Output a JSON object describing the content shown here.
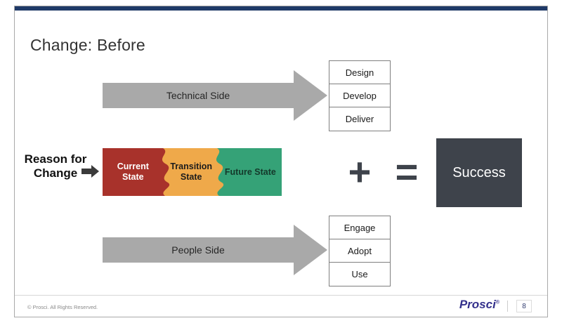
{
  "slide": {
    "title": "Change: Before"
  },
  "technical": {
    "arrow_label": "Technical Side",
    "items": [
      "Design",
      "Develop",
      "Deliver"
    ]
  },
  "people": {
    "arrow_label": "People Side",
    "items": [
      "Engage",
      "Adopt",
      "Use"
    ]
  },
  "middle": {
    "reason_label": "Reason for Change",
    "plus": "+",
    "equals": "=",
    "success_label": "Success",
    "states": [
      {
        "label": "Current State",
        "color": "#A8322B"
      },
      {
        "label": "Transition State",
        "color": "#EFA94A"
      },
      {
        "label": "Future State",
        "color": "#35A277"
      }
    ]
  },
  "footer": {
    "copyright": "© Prosci. All Rights Reserved.",
    "logo": "Prosci",
    "trademark": "®",
    "page_number": "8"
  },
  "colors": {
    "arrow_gray": "#A9A9A9",
    "success_bg": "#3E434B",
    "top_bar_navy": "#1F3A68",
    "logo_navy": "#34318C"
  }
}
